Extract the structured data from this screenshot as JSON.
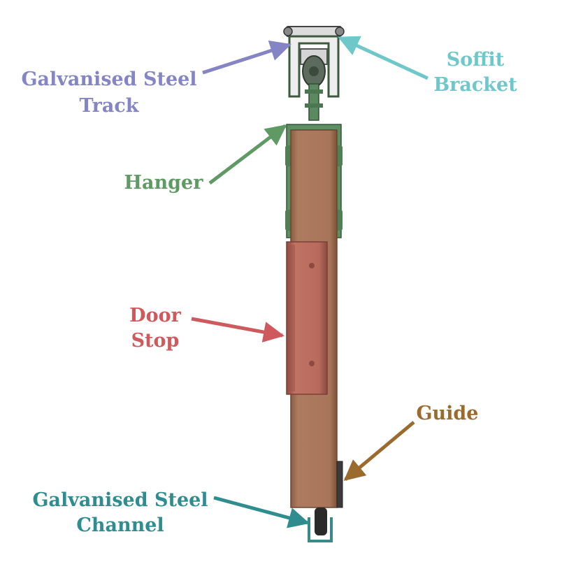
{
  "labels": {
    "track": {
      "line1": "Galvanised Steel",
      "line2": "Track",
      "color": "#8585c6"
    },
    "bracket": {
      "line1": "Soffit",
      "line2": "Bracket",
      "color": "#6ec7c9"
    },
    "hanger": {
      "line1": "Hanger",
      "color": "#5f9963"
    },
    "door_stop": {
      "line1": "Door",
      "line2": "Stop",
      "color": "#cf5a5e"
    },
    "guide": {
      "line1": "Guide",
      "color": "#9b6b2e"
    },
    "channel": {
      "line1": "Galvanised Steel",
      "line2": "Channel",
      "color": "#2f8d8f"
    }
  },
  "colors": {
    "door": "#a8755a",
    "door_edge": "#7d5238",
    "door_stop": "#b86a5c",
    "steel_green": "#4f7f55",
    "track_metal": "#6a6a6a",
    "guide_dark": "#3a3a3a"
  }
}
